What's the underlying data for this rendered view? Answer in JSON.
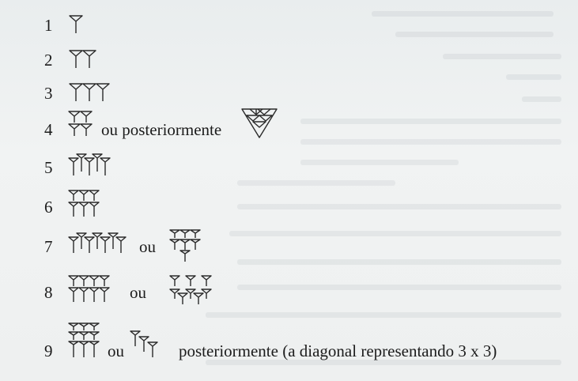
{
  "numerals": [
    {
      "number": "1"
    },
    {
      "number": "2"
    },
    {
      "number": "3"
    },
    {
      "number": "4",
      "connector": "ou posteriormente"
    },
    {
      "number": "5"
    },
    {
      "number": "6"
    },
    {
      "number": "7",
      "connector": "ou"
    },
    {
      "number": "8",
      "connector": "ou"
    },
    {
      "number": "9",
      "connector": "ou",
      "note": "posteriormente (a diagonal representando 3 x 3)"
    }
  ],
  "icons": {
    "wedge": "cuneiform-vertical-wedge"
  }
}
